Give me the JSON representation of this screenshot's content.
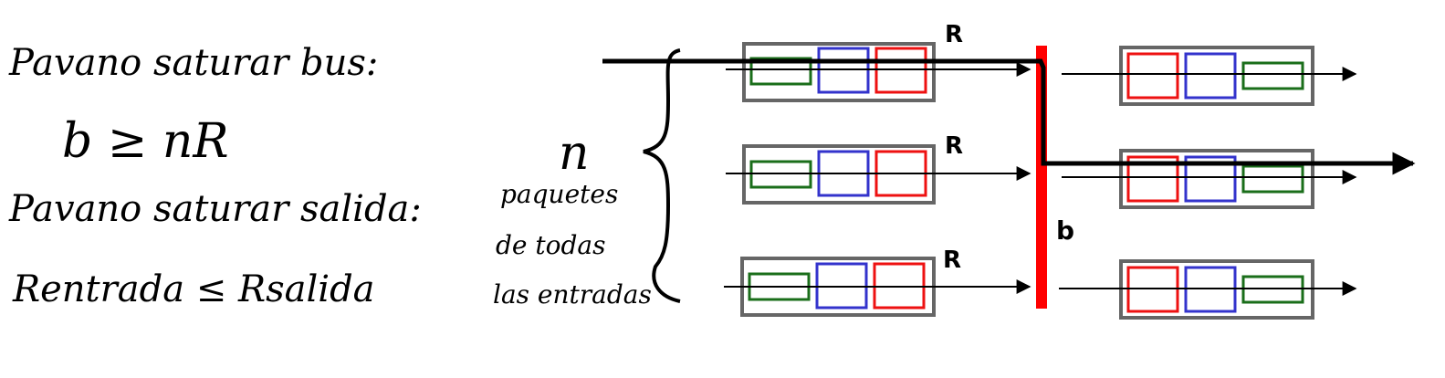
{
  "notes": {
    "line1": "Pavano saturar bus:",
    "formula1": "b ≥ nR",
    "line2": "Pavano saturar salida:",
    "formula2": "Rentrada ≤ Rsalida"
  },
  "brace": {
    "n_label": "n",
    "desc_1": "paquetes",
    "desc_2": "de todas",
    "desc_3": "las entradas"
  },
  "labels": {
    "rate_1": "R",
    "rate_2": "R",
    "rate_3": "R",
    "bus": "b"
  },
  "colors": {
    "bus": "#ff0000",
    "box_border": "#666666",
    "packet_green": "#1a6e1a",
    "packet_blue": "#3333cc",
    "packet_red": "#ee1111",
    "path": "#000000"
  }
}
